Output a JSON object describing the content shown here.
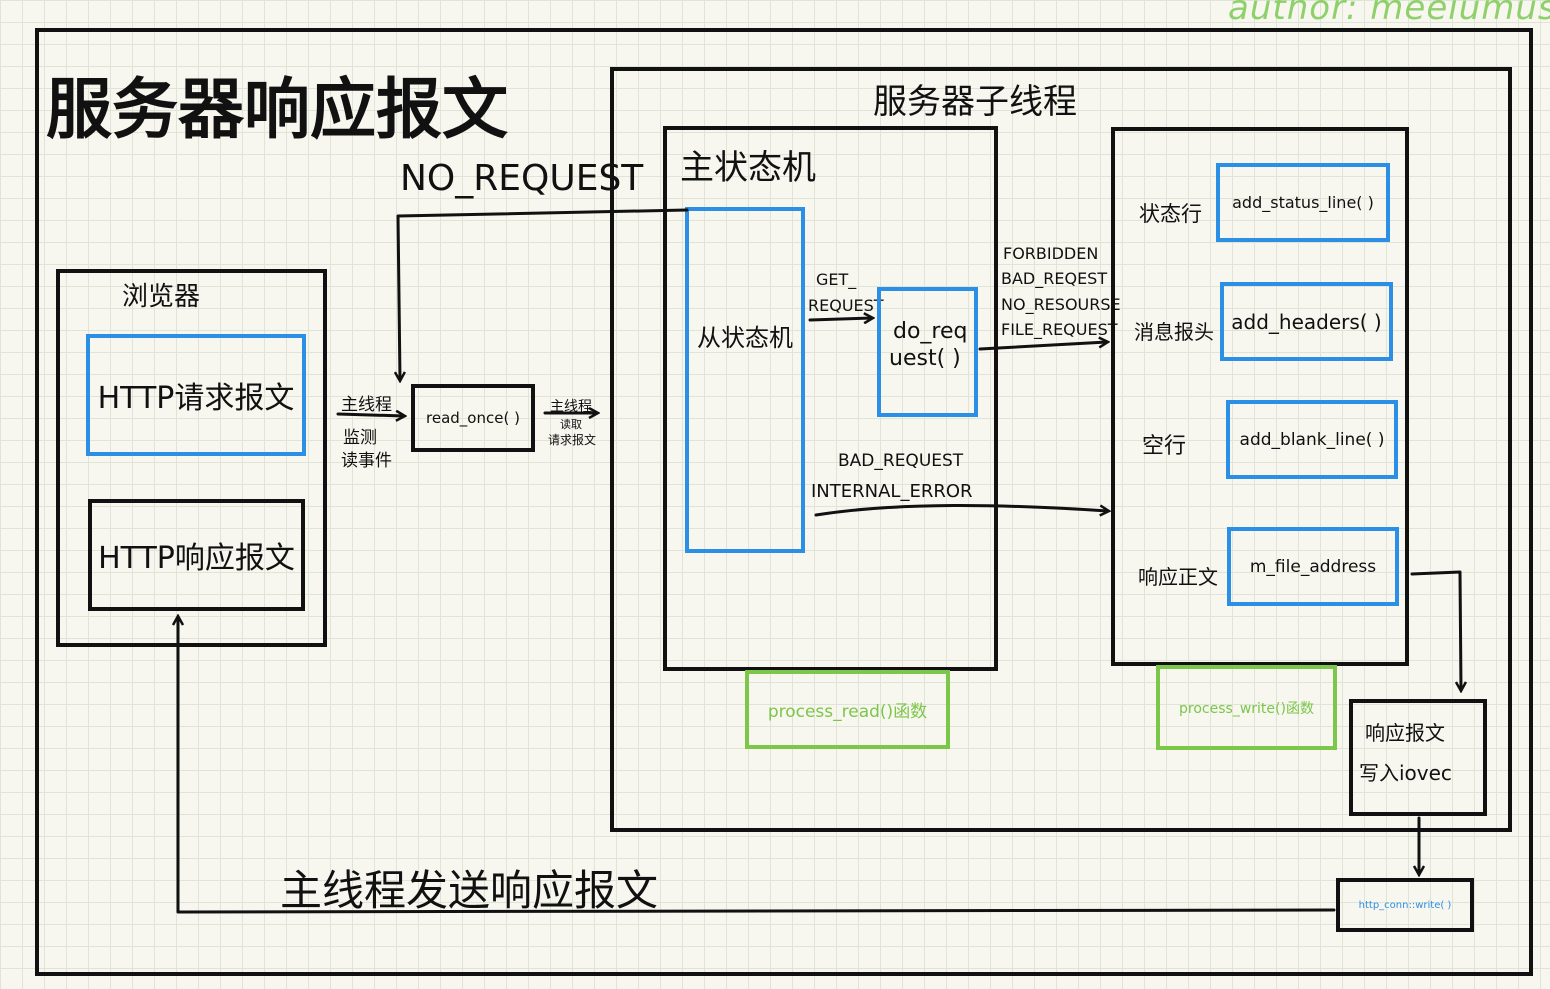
{
  "author": "author: meeiumus",
  "title": "服务器响应报文",
  "browser": {
    "label": "浏览器",
    "request": "HTTP请求报文",
    "response": "HTTP响应报文"
  },
  "no_request": "NO_REQUEST",
  "main_thread_listen": [
    "主线程",
    "监测",
    "读事件"
  ],
  "read_once": "read_once( )",
  "main_thread_read": [
    "主线程",
    "读取",
    "请求报文"
  ],
  "worker": {
    "title": "服务器子线程",
    "main_state_machine": "主状态机",
    "sub_state_machine": "从状态机",
    "get_request": [
      "GET_",
      "REQUEST"
    ],
    "do_request": [
      "do_req",
      "uest( )"
    ],
    "errors_upper": [
      "FORBIDDEN",
      "BAD_REQEST",
      "NO_RESOURSE",
      "FILE_REQUEST"
    ],
    "errors_lower": [
      "BAD_REQUEST",
      "INTERNAL_ERROR"
    ],
    "process_read": "process_read()函数",
    "process_write": "process_write()函数"
  },
  "write_rows": [
    {
      "label": "状态行",
      "func": "add_status_line( )"
    },
    {
      "label": "消息报头",
      "func": "add_headers( )"
    },
    {
      "label": "空行",
      "func": "add_blank_line( )"
    },
    {
      "label": "响应正文",
      "func": "m_file_address"
    }
  ],
  "iovec": [
    "响应报文",
    "写入iovec"
  ],
  "http_conn_write": "http_conn::write( )",
  "send_response": "主线程发送响应报文",
  "colors": {
    "ink": "#111111",
    "blue": "#2b8fe6",
    "green": "#7cc64a"
  }
}
